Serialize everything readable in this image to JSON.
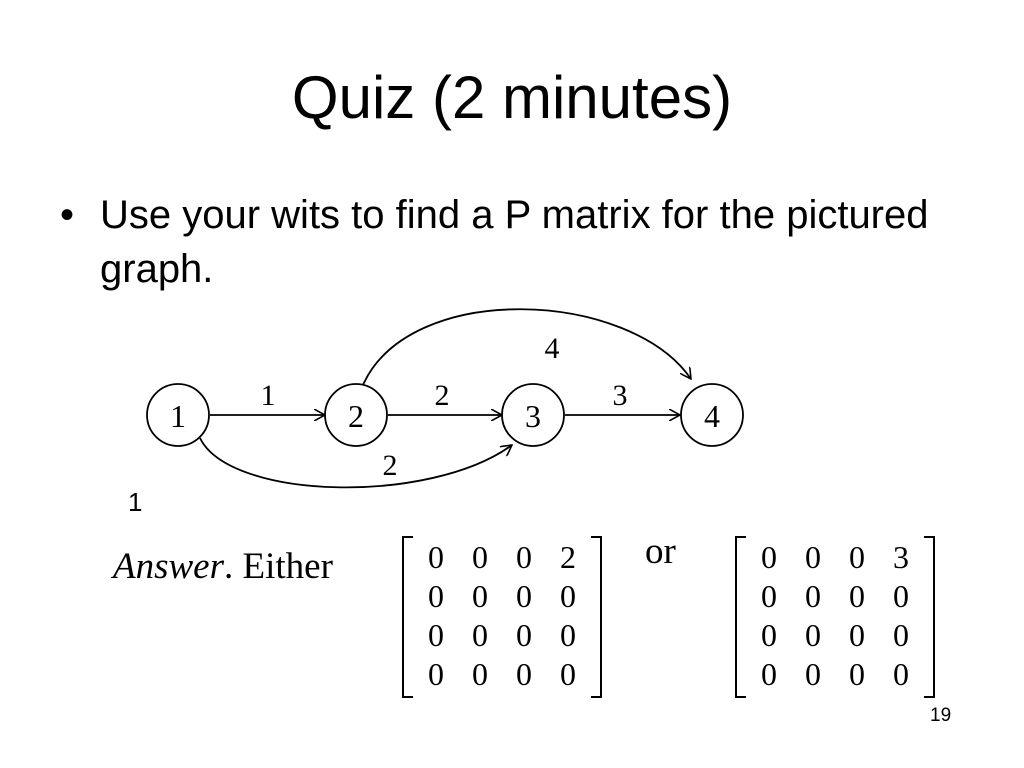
{
  "slide": {
    "title": "Quiz (2 minutes)",
    "bullet_symbol": "•",
    "bullet": "Use your wits to find a P matrix for the pictured graph.",
    "page_number": "19"
  },
  "graph": {
    "nodes": [
      "1",
      "2",
      "3",
      "4"
    ],
    "edges": [
      {
        "from": "1",
        "to": "2",
        "weight": "1"
      },
      {
        "from": "2",
        "to": "3",
        "weight": "2"
      },
      {
        "from": "3",
        "to": "4",
        "weight": "3"
      },
      {
        "from": "2",
        "to": "4",
        "weight": "4"
      },
      {
        "from": "1",
        "to": "3",
        "weight": "2"
      }
    ]
  },
  "answer": {
    "stray_mark": "1",
    "label_italic": "Answer",
    "label_rest": ". Either",
    "connector": "or",
    "matrix_a": [
      [
        "0",
        "0",
        "0",
        "2"
      ],
      [
        "0",
        "0",
        "0",
        "0"
      ],
      [
        "0",
        "0",
        "0",
        "0"
      ],
      [
        "0",
        "0",
        "0",
        "0"
      ]
    ],
    "matrix_b": [
      [
        "0",
        "0",
        "0",
        "3"
      ],
      [
        "0",
        "0",
        "0",
        "0"
      ],
      [
        "0",
        "0",
        "0",
        "0"
      ],
      [
        "0",
        "0",
        "0",
        "0"
      ]
    ]
  }
}
